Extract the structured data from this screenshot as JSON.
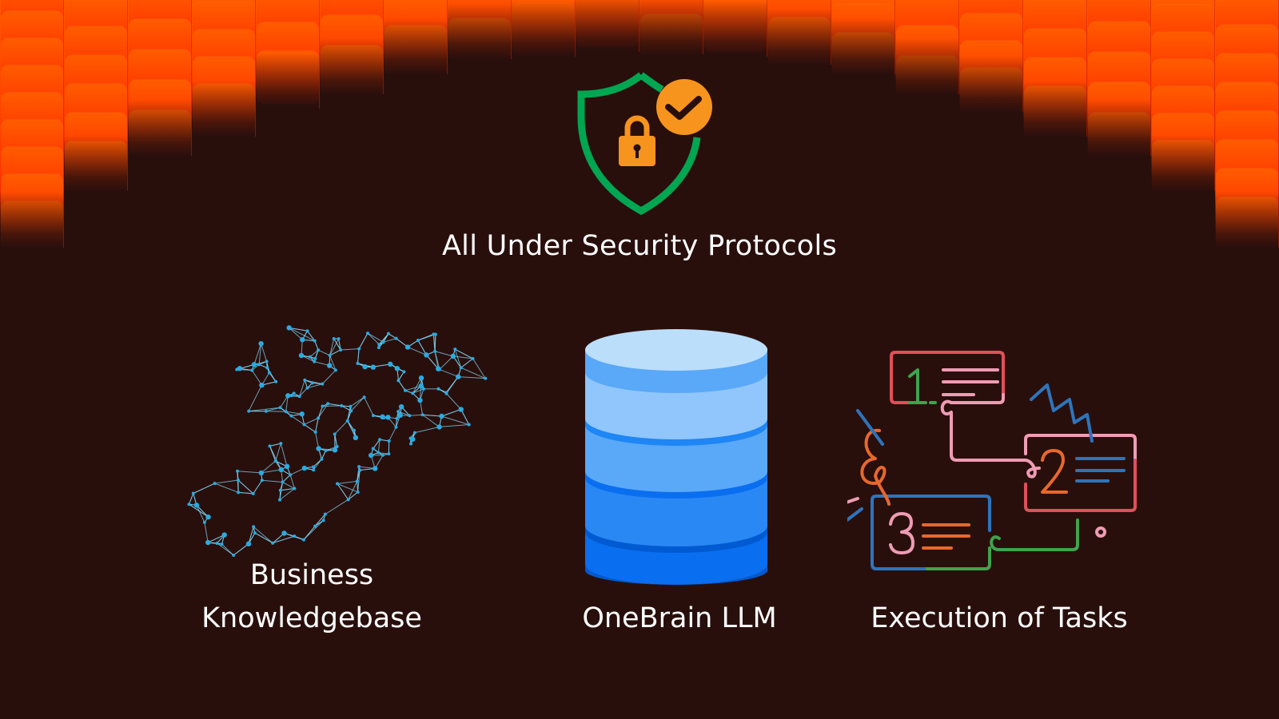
{
  "slide": {
    "background_color": "#290f0c",
    "accent_gradient": [
      "#ff5c00",
      "#ff2a00"
    ],
    "title": "All Under Security Protocols",
    "header_bars": {
      "column_count": 20,
      "relative_depth": [
        1.0,
        0.77,
        0.63,
        0.55,
        0.44,
        0.38,
        0.3,
        0.24,
        0.23,
        0.21,
        0.22,
        0.23,
        0.26,
        0.3,
        0.38,
        0.45,
        0.55,
        0.63,
        0.77,
        1.0
      ]
    },
    "icons": {
      "security": {
        "name": "shield-lock-check-icon",
        "shield_color": "#00a651",
        "lock_color": "#f7941d",
        "check_bg": "#f7941d",
        "check_color": "#290f0c"
      },
      "knowledgebase": {
        "name": "network-graph-icon",
        "node_color": "#29abe2",
        "edge_color": "#7fd3f0"
      },
      "llm": {
        "name": "database-icon",
        "colors": [
          "#bbdefb",
          "#90c6fb",
          "#5aa8f8",
          "#2a88f5",
          "#0a6ef0",
          "#005ad1"
        ]
      },
      "tasks": {
        "name": "task-flow-icon",
        "colors": {
          "red": "#e0505a",
          "pink": "#ee9cb4",
          "green": "#3fa34d",
          "blue": "#2e74bb",
          "orange": "#e8682c"
        }
      }
    },
    "pillars": [
      {
        "id": "knowledgebase",
        "label_line1": "Business",
        "label_line2": "Knowledgebase"
      },
      {
        "id": "llm",
        "label": "OneBrain LLM"
      },
      {
        "id": "tasks",
        "label": "Execution of Tasks",
        "steps": [
          "1",
          "2",
          "3"
        ]
      }
    ]
  }
}
